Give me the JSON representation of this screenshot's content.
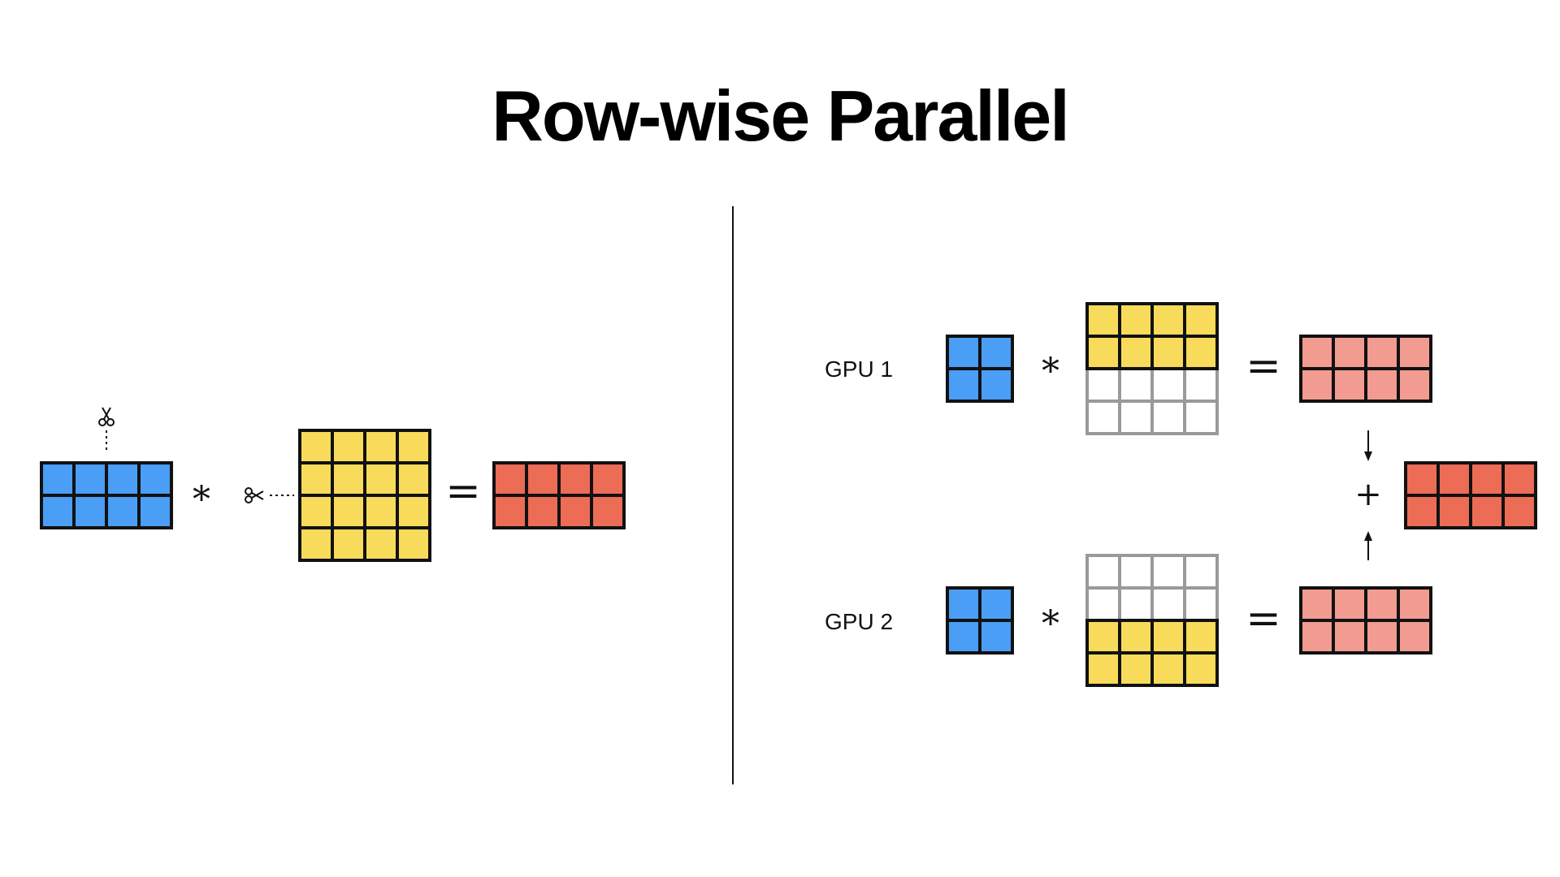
{
  "title": "Row-wise Parallel",
  "colors": {
    "input": "#4a9ef5",
    "weight": "#f8db5a",
    "output": "#ec6c56",
    "partial": "#f29b91",
    "empty": "#ffffff",
    "border": "#111111",
    "empty_border": "#9a9a9a"
  },
  "operators": {
    "multiply": "*",
    "equals": "=",
    "plus": "+"
  },
  "icons": {
    "scissors": "scissors-icon"
  },
  "gpus": [
    {
      "label": "GPU 1"
    },
    {
      "label": "GPU 2"
    }
  ]
}
